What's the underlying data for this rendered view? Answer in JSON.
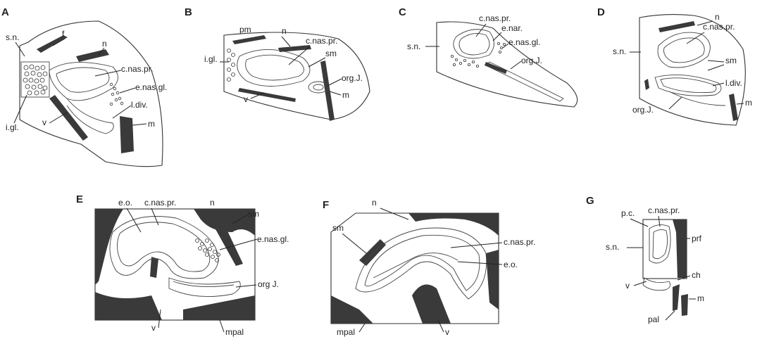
{
  "colors": {
    "ink": "#222222",
    "bone": "#3a3a3a",
    "background": "#ffffff"
  },
  "panels": {
    "A": {
      "letter": "A",
      "labels": {
        "sn": "s.n.",
        "f": "f",
        "n": "n",
        "cnaspr": "c.nas.pr.",
        "enasgl": "e.nas.gl.",
        "ldiv": "l.div.",
        "igl": "i.gl.",
        "v": "v",
        "m": "m"
      }
    },
    "B": {
      "letter": "B",
      "labels": {
        "pm": "pm",
        "n": "n",
        "cnaspr": "c.nas.pr.",
        "igl": "i.gl.",
        "sm": "sm",
        "orgj": "org.J.",
        "m": "m",
        "v": "v"
      }
    },
    "C": {
      "letter": "C",
      "labels": {
        "cnaspr": "c.nas.pr.",
        "enar": "e.nar.",
        "sn": "s.n.",
        "enasgl": "e.nas.gl.",
        "orgj": "org.J."
      }
    },
    "D": {
      "letter": "D",
      "labels": {
        "n": "n",
        "cnaspr": "c.nas.pr.",
        "sn": "s.n.",
        "sm": "sm",
        "ldiv": "l.div.",
        "orgj": "org.J.",
        "m": "m"
      }
    },
    "E": {
      "letter": "E",
      "labels": {
        "eo": "e.o.",
        "cnaspr": "c.nas.pr.",
        "n": "n",
        "sm": "sm",
        "enasgl": "e.nas.gl.",
        "orgj": "org J.",
        "v": "v",
        "mpal": "mpal"
      }
    },
    "F": {
      "letter": "F",
      "labels": {
        "n": "n",
        "sm": "sm",
        "cnaspr": "c.nas.pr.",
        "eo": "e.o.",
        "mpal": "mpal",
        "v": "v"
      }
    },
    "G": {
      "letter": "G",
      "labels": {
        "pc": "p.c.",
        "cnaspr": "c.nas.pr.",
        "prf": "prf",
        "sn": "s.n.",
        "ch": "ch",
        "v": "v",
        "m": "m",
        "pal": "pal"
      }
    }
  }
}
